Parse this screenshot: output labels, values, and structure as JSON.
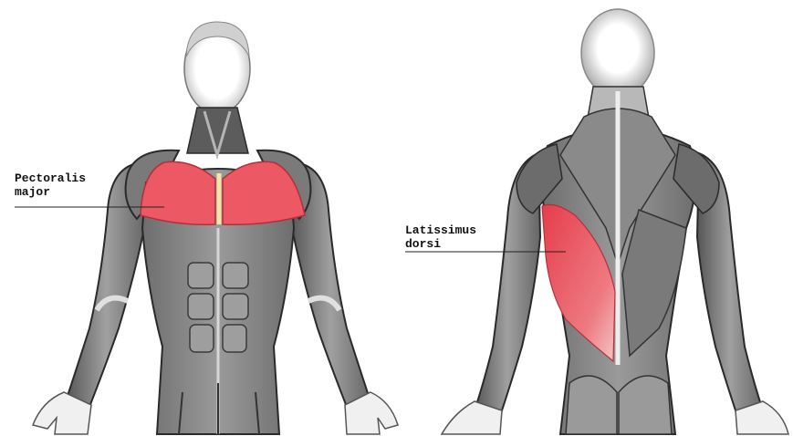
{
  "labels": {
    "front_line1": "Pectoralis",
    "front_line2": "major",
    "back_line1": "Latissimus",
    "back_line2": "dorsi"
  },
  "colors": {
    "highlight": "#e8525c",
    "muscle_dark": "#5a5a5a",
    "muscle_mid": "#8c8c8c",
    "muscle_light": "#c8c8c8",
    "skin": "#f4f4f4",
    "outline": "#2a2a2a"
  },
  "figures": [
    {
      "view": "front",
      "highlighted_muscle": "pectoralis-major"
    },
    {
      "view": "back",
      "highlighted_muscle": "latissimus-dorsi"
    }
  ]
}
